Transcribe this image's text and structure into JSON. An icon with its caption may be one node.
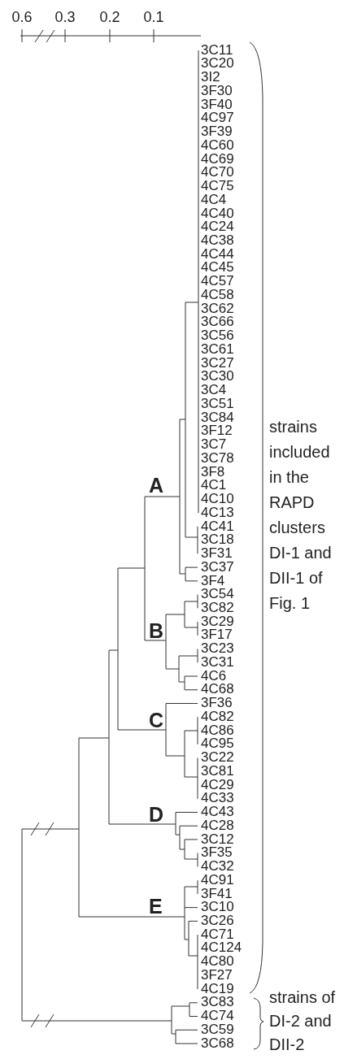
{
  "diagram": {
    "labels": [
      "0.6",
      "0.3",
      "0.2",
      "0.1",
      "3C11",
      "3C20",
      "3I2",
      "3F30",
      "3F40",
      "4C97",
      "3F39",
      "4C60",
      "4C69",
      "4C70",
      "4C75",
      "4C4",
      "4C40",
      "4C24",
      "4C38",
      "4C44",
      "4C45",
      "4C57",
      "4C58",
      "3C62",
      "3C66",
      "3C56",
      "3C61",
      "3C27",
      "3C30",
      "3C4",
      "3C51",
      "3C84",
      "3F12",
      "3C7",
      "3C78",
      "3F8",
      "4C1",
      "4C10",
      "4C13",
      "4C41",
      "3C18",
      "3F31",
      "3C37",
      "3F4",
      "3C54",
      "3C82",
      "3C29",
      "3F17",
      "3C23",
      "3C31",
      "4C6",
      "4C68",
      "3F36",
      "4C82",
      "4C86",
      "4C95",
      "3C22",
      "3C81",
      "4C29",
      "4C33",
      "4C43",
      "4C28",
      "3C12",
      "3F35",
      "4C32",
      "4C91",
      "3F41",
      "3C10",
      "3C26",
      "4C71",
      "4C124",
      "4C80",
      "3F27",
      "4C19",
      "3C83",
      "4C74",
      "3C59",
      "3C68",
      "A",
      "B",
      "C",
      "D",
      "E",
      "strains included in the RAPD clusters DI-1 and DII-1 of Fig. 1",
      "strains of DI-2 and DII-2"
    ]
  }
}
